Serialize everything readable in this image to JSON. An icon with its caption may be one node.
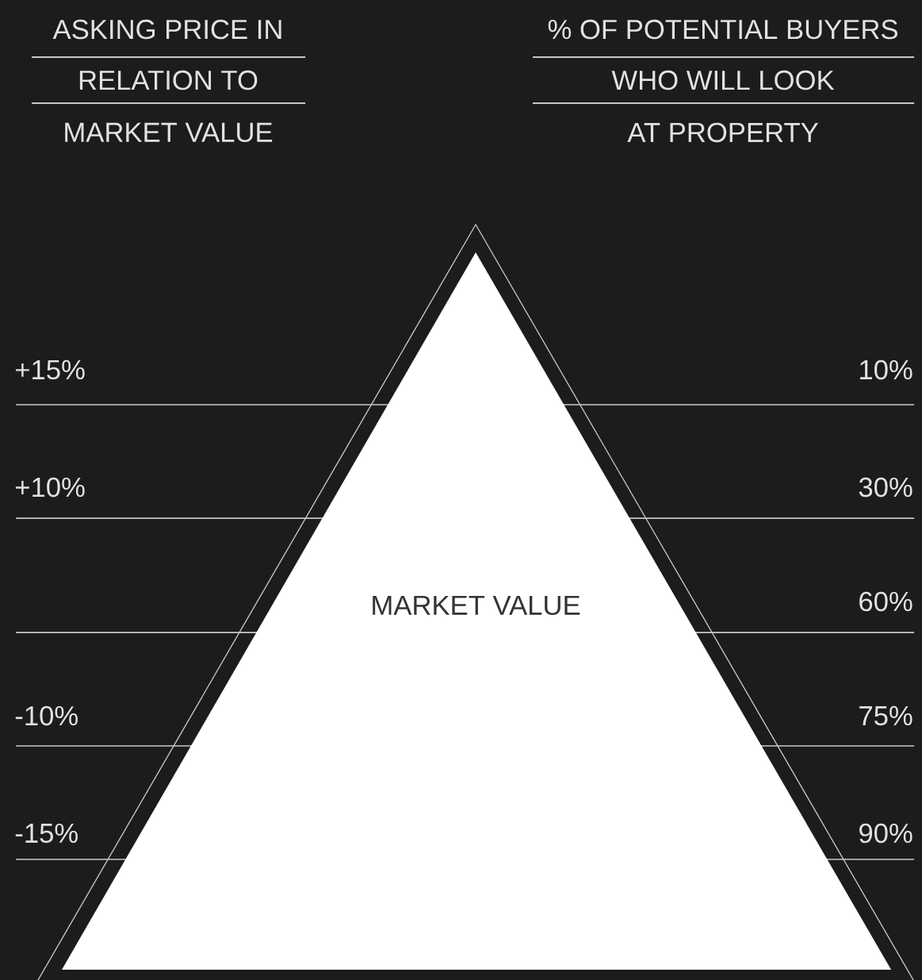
{
  "diagram": {
    "nodes": [
      {
        "text": [
          "MARKET VALUE"
        ]
      }
    ],
    "labels": [
      "ASKING PRICE IN",
      "% OF POTENTIAL BUYERS",
      "RELATION TO",
      "WHO WILL LOOK",
      "MARKET VALUE",
      "AT PROPERTY",
      "+15%",
      "10%",
      "+10%",
      "30%",
      "60%",
      "-10%",
      "75%",
      "-15%",
      "90%"
    ]
  }
}
